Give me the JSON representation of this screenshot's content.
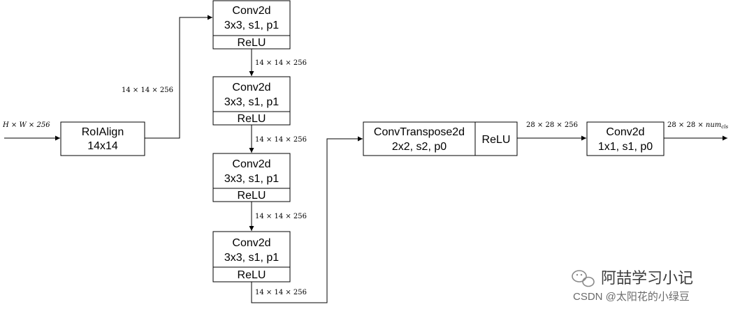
{
  "diagram": {
    "input_label": "H × W × 256",
    "roialign": {
      "line1": "RoIAlign",
      "line2": "14x14"
    },
    "edge_roi_to_conv1": "14 × 14 × 256",
    "conv_blocks": [
      {
        "line1": "Conv2d",
        "line2": "3x3, s1, p1",
        "act": "ReLU",
        "out_dim": "14 × 14 × 256"
      },
      {
        "line1": "Conv2d",
        "line2": "3x3, s1, p1",
        "act": "ReLU",
        "out_dim": "14 × 14 × 256"
      },
      {
        "line1": "Conv2d",
        "line2": "3x3, s1, p1",
        "act": "ReLU",
        "out_dim": "14 × 14 × 256"
      },
      {
        "line1": "Conv2d",
        "line2": "3x3, s1, p1",
        "act": "ReLU",
        "out_dim": "14 × 14 × 256"
      }
    ],
    "deconv": {
      "line1": "ConvTranspose2d",
      "line2": "2x2, s2, p0",
      "act": "ReLU"
    },
    "edge_deconv_to_final": "28 × 28 × 256",
    "final_conv": {
      "line1": "Conv2d",
      "line2": "1x1, s1, p0"
    },
    "output_label": {
      "prefix": "28 × 28 × ",
      "var": "num",
      "sub": "cls"
    }
  },
  "watermark": {
    "line1": "阿喆学习小记",
    "line2": "CSDN @太阳花的小绿豆",
    "icon": "wechat-bubble-icon"
  }
}
